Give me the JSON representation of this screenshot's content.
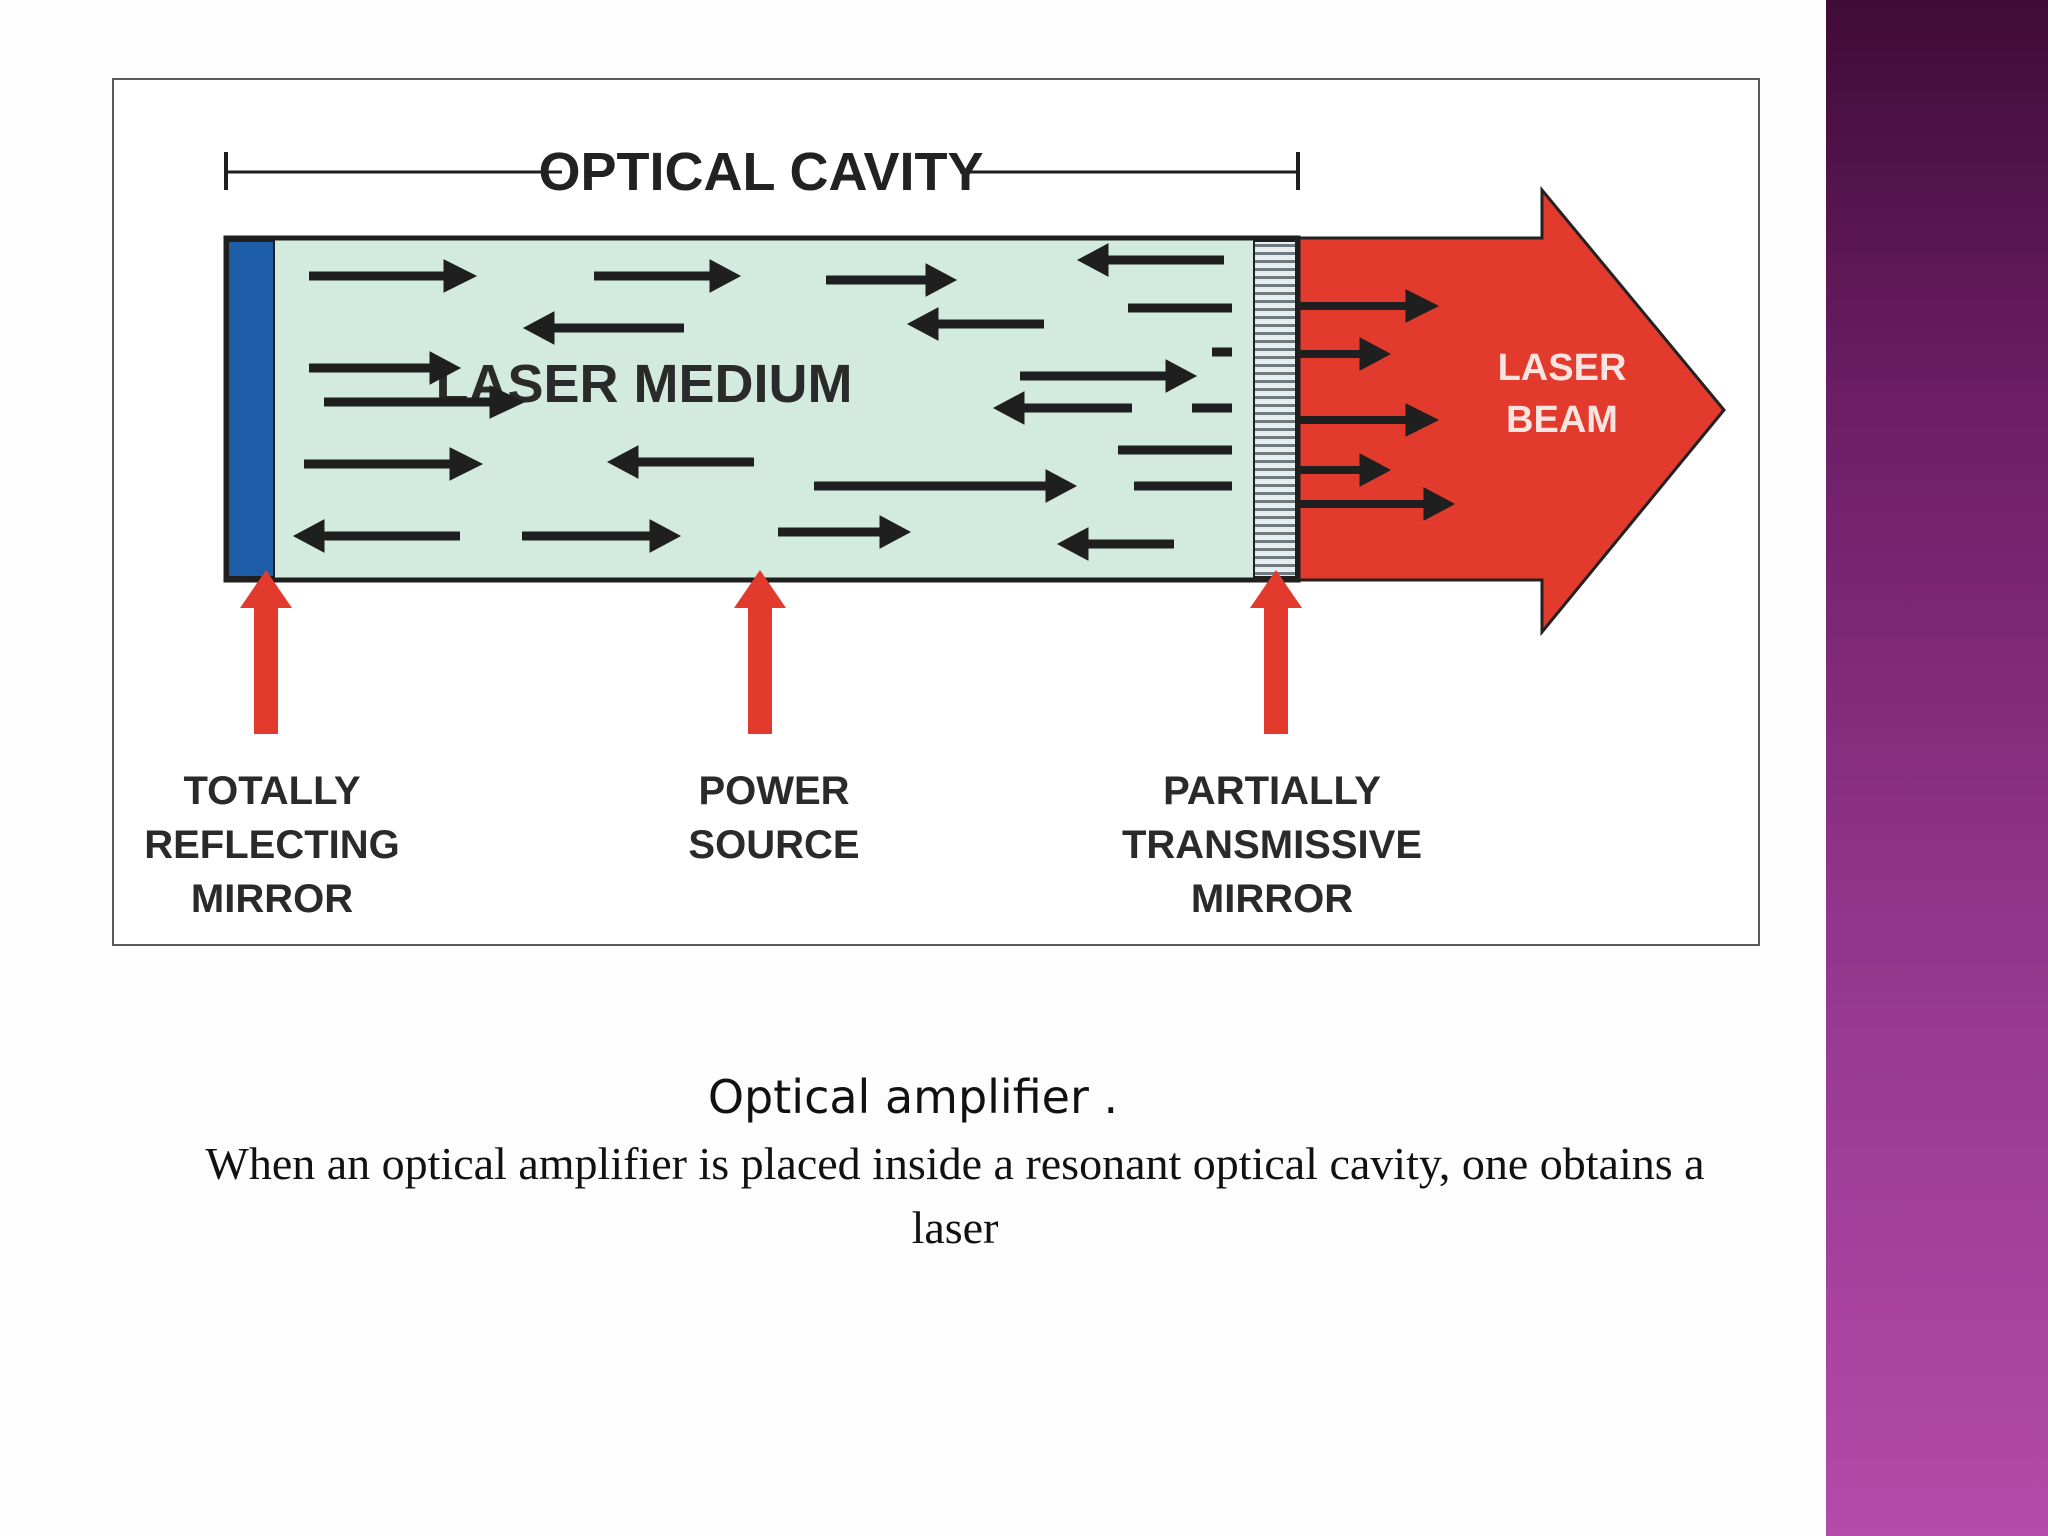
{
  "diagram": {
    "cavity_label": "OPTICAL CAVITY",
    "medium_label": "LASER MEDIUM",
    "beam_label_line1": "LASER",
    "beam_label_line2": "BEAM",
    "left_label": [
      "TOTALLY",
      "REFLECTING",
      "MIRROR"
    ],
    "center_label": [
      "POWER",
      "SOURCE"
    ],
    "right_label": [
      "PARTIALLY",
      "TRANSMISSIVE",
      "MIRROR"
    ],
    "colors": {
      "medium": "#d3ebdf",
      "reflecting_mirror": "#1d5da8",
      "beam": "#e23a2c",
      "pointer": "#e23a2c",
      "arrow": "#1f1f1f"
    }
  },
  "caption": {
    "heading": "Optical amplifier .",
    "text": "When an optical amplifier is placed inside a resonant optical cavity, one obtains a laser"
  },
  "theme": {
    "side_band_colors": [
      "#3f0b37",
      "#b44aa9"
    ]
  }
}
